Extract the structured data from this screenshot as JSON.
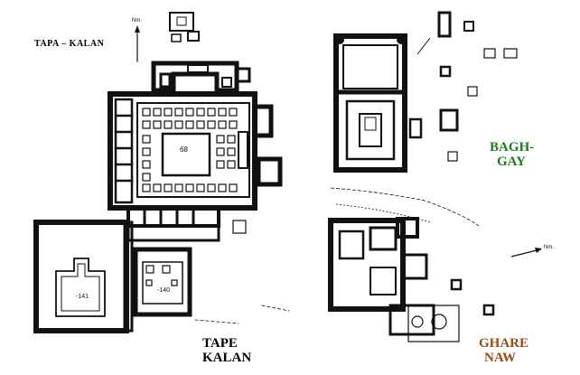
{
  "labels": {
    "tapa_kalan": "TAPA – KALAN",
    "tape_kalan_line1": "TAPE",
    "tape_kalan_line2": "KALAN",
    "bagh_gay_line1": "BAGH-",
    "bagh_gay_line2": "GAY",
    "ghare_naw_line1": "GHARE",
    "ghare_naw_line2": "NAW",
    "room_68": "68",
    "room_141": "-141",
    "room_140": "-140",
    "north_1": "Nm.",
    "north_2": "Nm."
  },
  "colors": {
    "wall": "#111111",
    "tape_kalan": "#000000",
    "bagh_gay": "#1f7a1f",
    "ghare_naw": "#9a4a12"
  }
}
